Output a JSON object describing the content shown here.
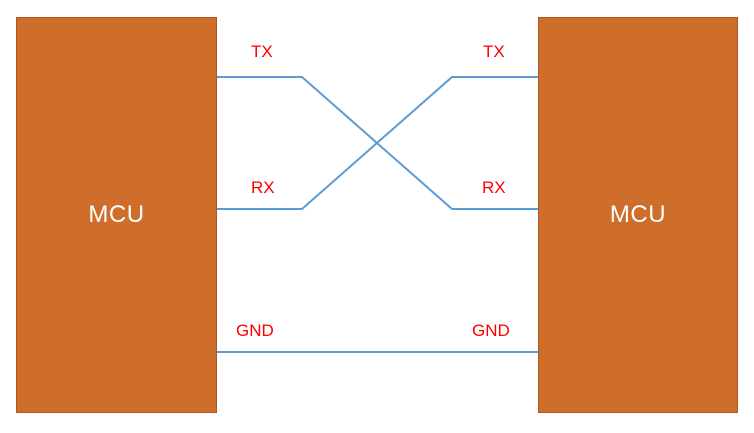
{
  "blocks": {
    "left": {
      "label": "MCU"
    },
    "right": {
      "label": "MCU"
    }
  },
  "signals": {
    "left_tx": "TX",
    "left_rx": "RX",
    "left_gnd": "GND",
    "right_tx": "TX",
    "right_rx": "RX",
    "right_gnd": "GND"
  },
  "colors": {
    "block_fill": "#cf6d2b",
    "wire": "#5b9bd5",
    "signal_text": "#ff0000",
    "block_text": "#ffffff"
  }
}
